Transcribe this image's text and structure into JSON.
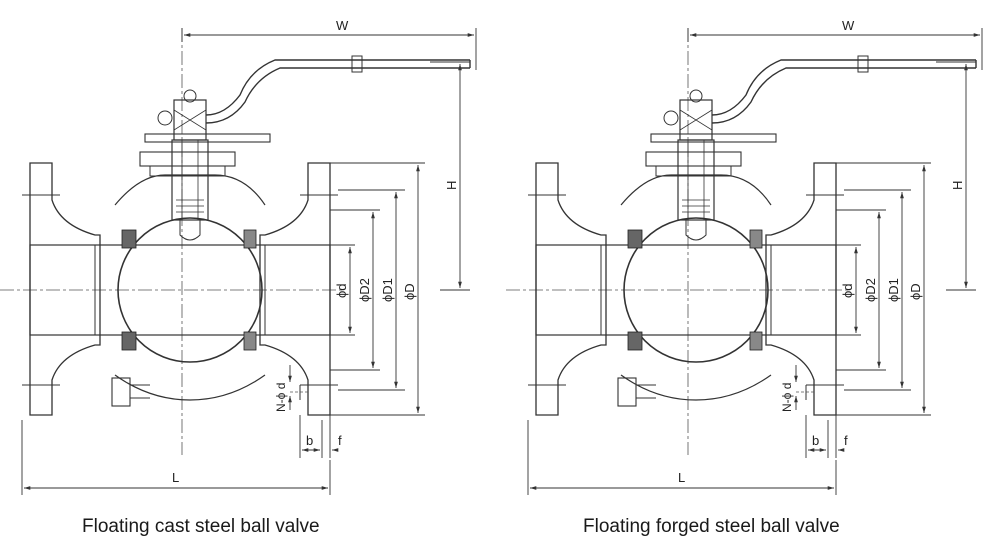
{
  "diagrams": [
    {
      "caption": "Floating cast steel ball valve",
      "labels": {
        "W": "W",
        "H": "H",
        "D": "ϕD",
        "D1": "ϕD1",
        "D2": "ϕD2",
        "d": "ϕd",
        "N": "N-ϕ d",
        "b": "b",
        "f": "f",
        "L": "L"
      }
    },
    {
      "caption": "Floating forged steel ball valve",
      "labels": {
        "W": "W",
        "H": "H",
        "D": "ϕD",
        "D1": "ϕD1",
        "D2": "ϕD2",
        "d": "ϕd",
        "N": "N-ϕ d",
        "b": "b",
        "f": "f",
        "L": "L"
      }
    }
  ],
  "colors": {
    "line": "#333333",
    "dash": "#444444",
    "background": "#ffffff",
    "text": "#1a1a1a"
  }
}
